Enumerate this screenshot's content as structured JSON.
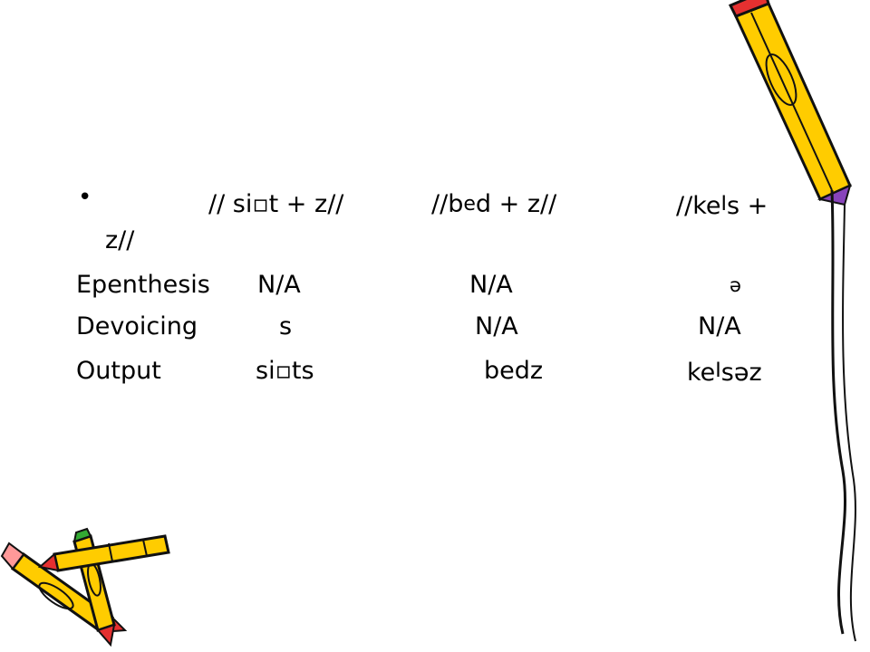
{
  "bullet": {
    "symbol": "•",
    "line1": {
      "c1": "// si▫t + z//",
      "c2": "//b",
      "c2_glyph": "e",
      "c2_rest": "d + z//",
      "c3": "//ke",
      "c3_glyph": "I",
      "c3_rest": "s +"
    },
    "line2": "z//"
  },
  "rows": [
    {
      "label": "Epenthesis",
      "c1": "N/A",
      "c2": "N/A",
      "c3": "ə"
    },
    {
      "label": "Devoicing",
      "c1": "s",
      "c2": "N/A",
      "c3": "N/A"
    },
    {
      "label": "Output",
      "c1": "si▫ts",
      "c2": "bedz",
      "c3a": "ke",
      "c3_glyph": "I",
      "c3b": "sə",
      "c3c": "z"
    }
  ],
  "colors": {
    "pencil_body": "#FFCC00",
    "pencil_tip": "#E53030",
    "pencil_eraser": "#FF9999",
    "pencil_green": "#33AA33",
    "pencil_outline": "#111111",
    "purple_accent": "#8844BB"
  },
  "icons": [
    "pencil-icon",
    "pencil-icon",
    "pencil-icon",
    "pencil-icon"
  ]
}
